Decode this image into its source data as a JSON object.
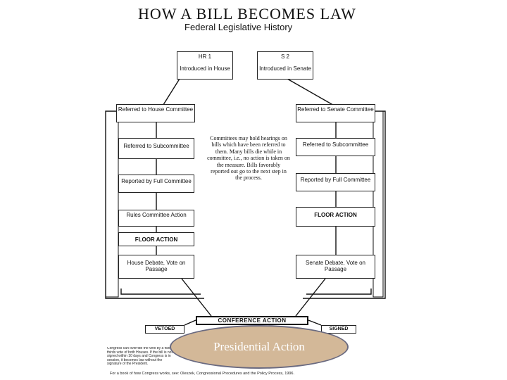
{
  "title": "HOW A BILL BECOMES LAW",
  "subtitle": "Federal Legislative History",
  "house": {
    "bill": "HR 1",
    "introduced": "Introduced in House",
    "referred_committee": "Referred to House Committee",
    "referred_sub": "Referred to Subcommittee",
    "reported": "Reported by Full Committee",
    "rules": "Rules Committee Action",
    "floor": "FLOOR ACTION",
    "debate": "House Debate, Vote on Passage"
  },
  "senate": {
    "bill": "S 2",
    "introduced": "Introduced in Senate",
    "referred_committee": "Referred to Senate Committee",
    "referred_sub": "Referred to Subcommittee",
    "reported": "Reported by Full Committee",
    "floor": "FLOOR ACTION",
    "debate": "Senate Debate, Vote on Passage"
  },
  "committee_note": "Committees may hold hearings on bills which have been referred to them. Many bills die while in committee, i.e., no action is taken on the measure. Bills favorably reported out go to the next step in the process.",
  "conference": "CONFERENCE ACTION",
  "vetoed": "VETOED",
  "signed": "SIGNED",
  "veto_text": "Congress can override the veto by a two-thirds vote of both Houses. If the bill is not signed within 10 days and Congress is in session, it becomes law without the signature of the President.",
  "footer": "For a book of how Congress works, see: Oleszek, Congressional Procedures and the Policy Process, 1996.",
  "overlay_label": "Presidential Action"
}
